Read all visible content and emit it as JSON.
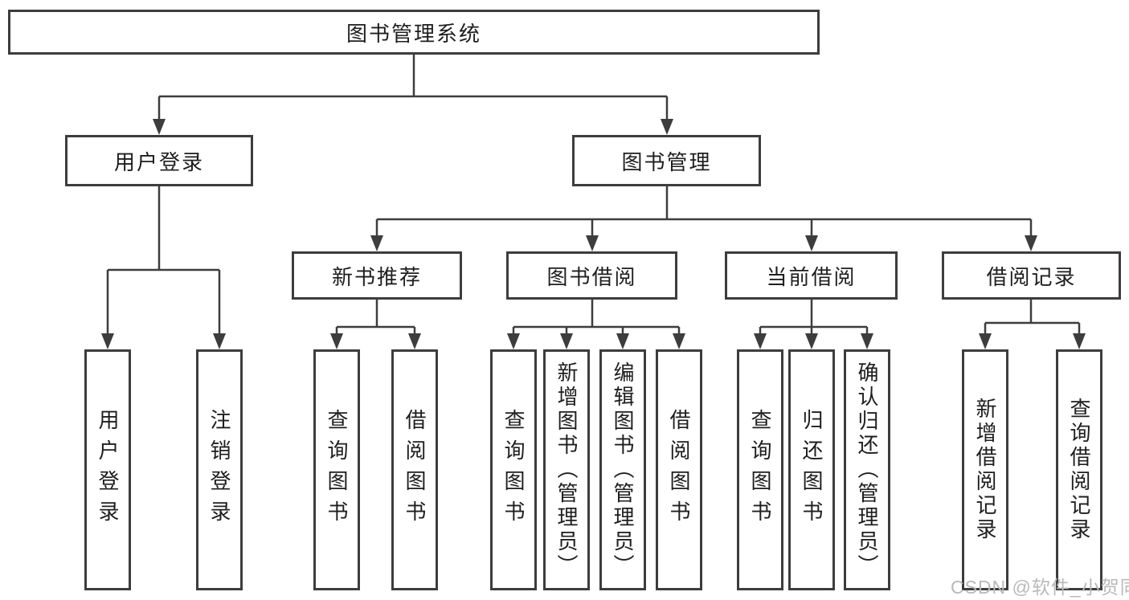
{
  "nodes": {
    "root": "图书管理系统",
    "level2": {
      "user_login": "用户登录",
      "book_management": "图书管理"
    },
    "level3": {
      "new_book_recommend": "新书推荐",
      "book_borrow": "图书借阅",
      "current_borrow": "当前借阅",
      "borrow_record": "借阅记录"
    },
    "leaves": {
      "user_login": [
        "用户登录",
        "注销登录"
      ],
      "new_book_recommend": [
        "查询图书",
        "借阅图书"
      ],
      "book_borrow": [
        "查询图书",
        "新增图书（管理员）",
        "编辑图书（管理员）",
        "借阅图书"
      ],
      "current_borrow": [
        "查询图书",
        "归还图书",
        "确认归还（管理员）"
      ],
      "borrow_record": [
        "新增借阅记录",
        "查询借阅记录"
      ]
    }
  },
  "watermark": "CSDN @软件_小贺同学",
  "colors": {
    "line": "#3d3d3d",
    "text": "#1e1e1e",
    "watermark": "#b9b9b9",
    "background": "#ffffff"
  }
}
